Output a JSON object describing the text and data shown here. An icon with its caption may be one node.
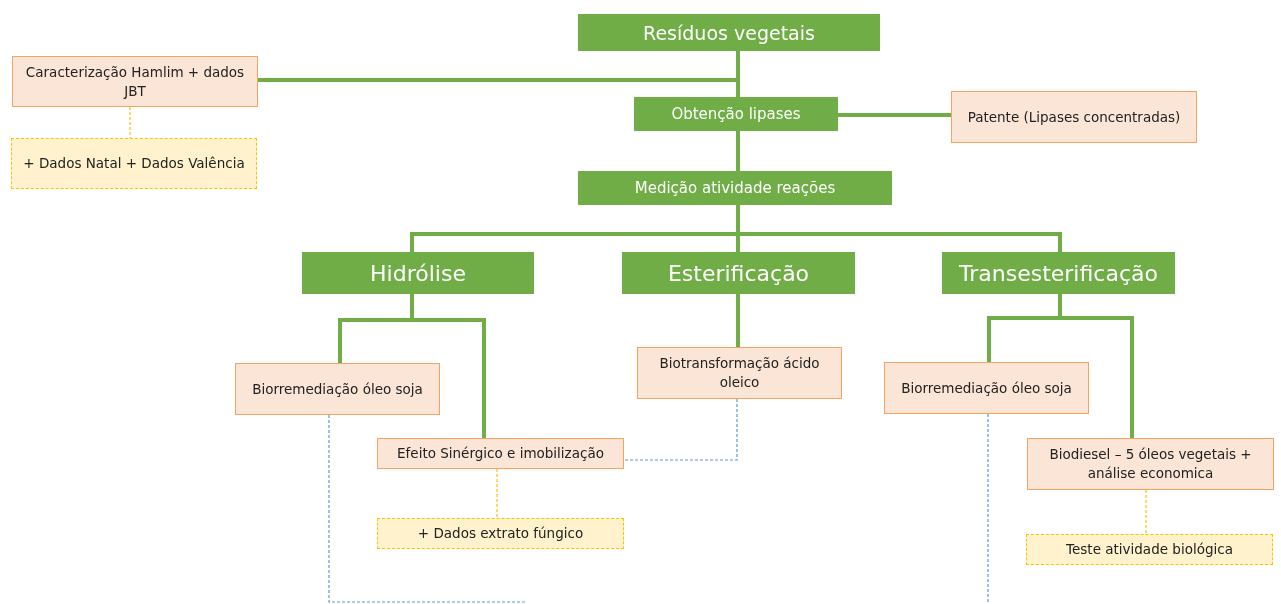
{
  "diagram": {
    "nodes": [
      {
        "text": [
          "Resíduos vegetais"
        ]
      },
      {
        "text": [
          "Caracterização Hamlim + dados JBT"
        ]
      },
      {
        "text": [
          "+ Dados Natal + Dados Valência"
        ]
      },
      {
        "text": [
          "Obtenção lipases"
        ]
      },
      {
        "text": [
          "Patente (Lipases concentradas)"
        ]
      },
      {
        "text": [
          "Medição atividade reações"
        ]
      },
      {
        "text": [
          "Hidrólise"
        ]
      },
      {
        "text": [
          "Esterificação"
        ]
      },
      {
        "text": [
          "Transesterificação"
        ]
      },
      {
        "text": [
          "Biorremediação óleo soja"
        ]
      },
      {
        "text": [
          "Efeito Sinérgico e imobilização"
        ]
      },
      {
        "text": [
          "+ Dados extrato fúngico"
        ]
      },
      {
        "text": [
          "Biotransformação ácido oleico"
        ]
      },
      {
        "text": [
          "Biorremediação óleo soja"
        ]
      },
      {
        "text": [
          "Biodiesel – 5 óleos vegetais + análise economica"
        ]
      },
      {
        "text": [
          "Teste atividade biológica"
        ]
      }
    ],
    "edges": [
      {
        "from": 0,
        "to": 3,
        "arrow": "none"
      },
      {
        "from": 1,
        "to": 3,
        "arrow": "none"
      },
      {
        "from": 3,
        "to": 4,
        "arrow": "none"
      },
      {
        "from": 3,
        "to": 5,
        "arrow": "none"
      },
      {
        "from": 5,
        "to": 6,
        "arrow": "none"
      },
      {
        "from": 5,
        "to": 7,
        "arrow": "none"
      },
      {
        "from": 5,
        "to": 8,
        "arrow": "none"
      },
      {
        "from": 6,
        "to": 9,
        "arrow": "none"
      },
      {
        "from": 6,
        "to": 10,
        "arrow": "none"
      },
      {
        "from": 7,
        "to": 12,
        "arrow": "none"
      },
      {
        "from": 8,
        "to": 13,
        "arrow": "none"
      },
      {
        "from": 8,
        "to": 14,
        "arrow": "none"
      },
      {
        "from": 1,
        "to": 2,
        "arrow": "none",
        "style": "dashed",
        "color": "#ffc000"
      },
      {
        "from": 10,
        "to": 11,
        "arrow": "none",
        "style": "dashed",
        "color": "#ffc000"
      },
      {
        "from": 14,
        "to": 15,
        "arrow": "none",
        "style": "dashed",
        "color": "#ffc000"
      },
      {
        "from": 9,
        "to": null,
        "arrow": "none",
        "style": "dashed",
        "color": "#5b9bd5"
      },
      {
        "from": 12,
        "to": 10,
        "arrow": "none",
        "style": "dashed",
        "color": "#5b9bd5"
      },
      {
        "from": 13,
        "to": null,
        "arrow": "none",
        "style": "dashed",
        "color": "#5b9bd5"
      }
    ]
  }
}
